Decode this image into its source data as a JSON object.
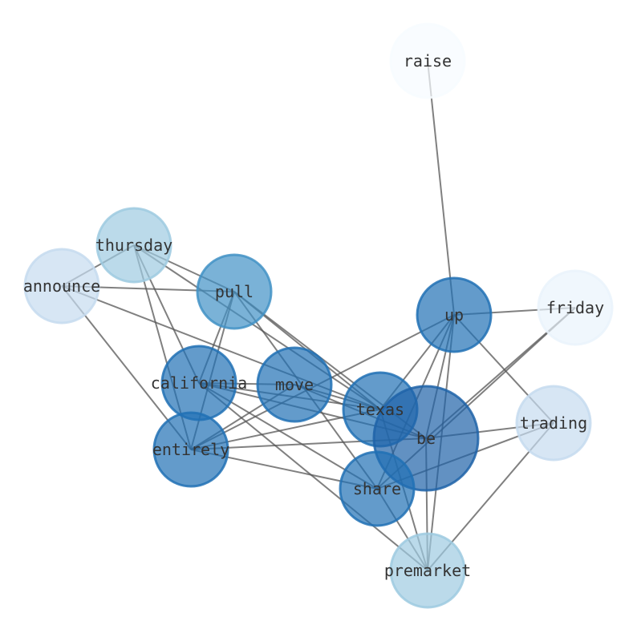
{
  "graph": {
    "nodes": [
      {
        "id": "raise",
        "label": "raise",
        "color": "#f7fbff",
        "weight": 1
      },
      {
        "id": "thursday",
        "label": "thursday",
        "color": "#9ecae1",
        "weight": 4
      },
      {
        "id": "announce",
        "label": "announce",
        "color": "#c6dbef",
        "weight": 3
      },
      {
        "id": "pull",
        "label": "pull",
        "color": "#4292c6",
        "weight": 6
      },
      {
        "id": "up",
        "label": "up",
        "color": "#2171b5",
        "weight": 8
      },
      {
        "id": "friday",
        "label": "friday",
        "color": "#eaf3fc",
        "weight": 2
      },
      {
        "id": "california",
        "label": "california",
        "color": "#2171b5",
        "weight": 7
      },
      {
        "id": "move",
        "label": "move",
        "color": "#2171b5",
        "weight": 7
      },
      {
        "id": "texas",
        "label": "texas",
        "color": "#2171b5",
        "weight": 7
      },
      {
        "id": "be",
        "label": "be",
        "color": "#1f63a8",
        "weight": 12
      },
      {
        "id": "trading",
        "label": "trading",
        "color": "#c6dbef",
        "weight": 3
      },
      {
        "id": "entirely",
        "label": "entirely",
        "color": "#2171b5",
        "weight": 7
      },
      {
        "id": "share",
        "label": "share",
        "color": "#2171b5",
        "weight": 8
      },
      {
        "id": "premarket",
        "label": "premarket",
        "color": "#9ecae1",
        "weight": 5
      }
    ],
    "edges": [
      [
        "raise",
        "up"
      ],
      [
        "up",
        "friday"
      ],
      [
        "up",
        "trading"
      ],
      [
        "up",
        "entirely"
      ],
      [
        "up",
        "texas"
      ],
      [
        "up",
        "share"
      ],
      [
        "up",
        "be"
      ],
      [
        "up",
        "premarket"
      ],
      [
        "friday",
        "be"
      ],
      [
        "friday",
        "share"
      ],
      [
        "trading",
        "be"
      ],
      [
        "trading",
        "share"
      ],
      [
        "trading",
        "premarket"
      ],
      [
        "premarket",
        "share"
      ],
      [
        "premarket",
        "texas"
      ],
      [
        "premarket",
        "be"
      ],
      [
        "premarket",
        "california"
      ],
      [
        "thursday",
        "announce"
      ],
      [
        "thursday",
        "pull"
      ],
      [
        "thursday",
        "california"
      ],
      [
        "thursday",
        "entirely"
      ],
      [
        "thursday",
        "texas"
      ],
      [
        "announce",
        "pull"
      ],
      [
        "announce",
        "entirely"
      ],
      [
        "announce",
        "texas"
      ],
      [
        "pull",
        "california"
      ],
      [
        "pull",
        "entirely"
      ],
      [
        "pull",
        "share"
      ],
      [
        "pull",
        "texas"
      ],
      [
        "pull",
        "be"
      ],
      [
        "california",
        "move"
      ],
      [
        "california",
        "texas"
      ],
      [
        "california",
        "be"
      ],
      [
        "california",
        "share"
      ],
      [
        "entirely",
        "move"
      ],
      [
        "entirely",
        "texas"
      ],
      [
        "entirely",
        "be"
      ],
      [
        "entirely",
        "share"
      ],
      [
        "move",
        "be"
      ],
      [
        "move",
        "texas"
      ]
    ]
  }
}
